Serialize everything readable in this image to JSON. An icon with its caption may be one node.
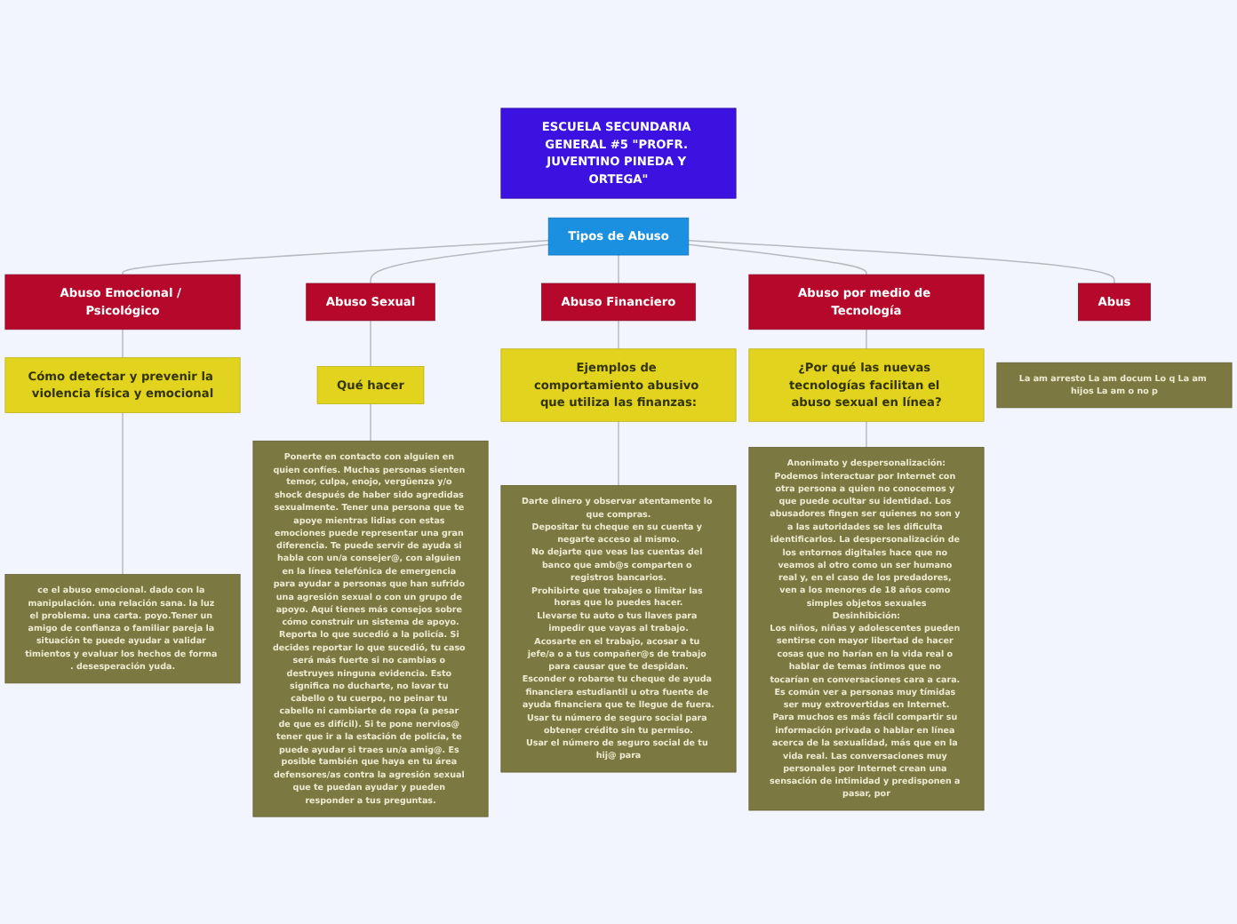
{
  "diagram": {
    "nodes": [
      {
        "text": [
          "ESCUELA SECUNDARIA GENERAL #5 \"PROFR. JUVENTINO PINEDA Y ORTEGA\""
        ]
      },
      {
        "text": [
          "Tipos de Abuso"
        ]
      },
      {
        "text": [
          "Abuso Emocional / Psicológico"
        ]
      },
      {
        "text": [
          "Cómo detectar y prevenir la violencia física y emocional"
        ]
      },
      {
        "text": [
          "ce el abuso emocional. dado con la manipulación. una relación sana. la luz el problema. una carta. poyo.Tener un amigo de confianza o familiar pareja la situación te puede ayudar a validar timientos y evaluar los hechos de forma . desesperación yuda."
        ]
      },
      {
        "text": [
          "Abuso Sexual"
        ]
      },
      {
        "text": [
          "Qué hacer"
        ]
      },
      {
        "text": [
          "**Ponerte en contacto con alguien en quien confíes.** Muchas personas sienten temor, culpa, enojo, vergüenza y/o shock después de haber sido agredidas sexualmente. Tener una persona que te apoye mientras lidias con estas emociones puede representar una gran diferencia. Te puede servir de ayuda si habla con un/a consejer@, con alguien en la línea telefónica de emergencia para ayudar a personas que han sufrido una agresión sexual o con un grupo de apoyo. Aquí tienes más consejos sobre cómo construir un sistema de apoyo.",
          "**Reporta lo que sucedió a la policía.** Si decides reportar lo que sucedió, tu caso será más fuerte si no cambias o destruyes ninguna evidencia. Esto significa no ducharte, no lavar tu cabello o tu cuerpo, no peinar tu cabello ni cambiarte de ropa (a pesar de que es difícil). Si te pone nervios@ tener que ir a la estación de policía, te puede ayudar si traes un/a amig@. Es posible también que haya en tu área defensores/as contra la agresión sexual que te puedan ayudar y pueden responder a tus preguntas."
        ]
      },
      {
        "text": [
          "Abuso Financiero"
        ]
      },
      {
        "text": [
          "Ejemplos de comportamiento abusivo que utiliza las finanzas:"
        ]
      },
      {
        "text": [
          "Darte dinero y observar atentamente lo que compras.",
          "Depositar tu cheque en su cuenta y negarte acceso al mismo.",
          "No dejarte que veas las cuentas del banco que amb@s comparten o registros bancarios.",
          "Prohibirte que trabajes o limitar las horas que lo puedes hacer.",
          "Llevarse tu auto o tus llaves para impedir que vayas al trabajo.",
          "Acosarte en el trabajo, acosar a tu jefe/a o a tus compañer@s de trabajo para causar que te despidan.",
          "Esconder o robarse tu cheque de ayuda financiera estudiantil u otra fuente de ayuda financiera que te llegue de fuera.",
          "Usar tu número de seguro social para obtener crédito sin tu permiso.",
          "Usar el número de seguro social de tu hij@ para"
        ]
      },
      {
        "text": [
          "Abuso por medio de Tecnología"
        ]
      },
      {
        "text": [
          "¿Por qué las nuevas tecnologías facilitan el abuso sexual en línea?"
        ]
      },
      {
        "text": [
          "Anonimato y despersonalización:",
          "Podemos interactuar por Internet con otra persona a quien no conocemos y que puede ocultar su identidad. Los abusadores fingen ser quienes no son y a las autoridades se les dificulta identificarlos. La despersonalización de los entornos digitales hace que no veamos al otro como un ser humano real y, en el caso de los predadores, ven a los menores de 18 años como simples objetos sexuales",
          "Desinhibición:",
          "Los niños, niñas y adolescentes pueden sentirse con mayor libertad de hacer cosas que no harían en la vida real o hablar de temas íntimos que no tocarían en conversaciones cara a cara. Es común ver a personas muy tímidas ser muy extrovertidas en Internet.",
          "Para muchos es más fácil compartir su información privada o hablar en línea acerca de la sexualidad, más que en la vida real. Las conversaciones muy personales por Internet crean una sensación de intimidad y predisponen a pasar, por"
        ]
      },
      {
        "text": [
          "Abus"
        ]
      },
      {
        "text": [
          "La am arresto La am docum Lo q La am hijos La am o no p"
        ]
      }
    ],
    "edges": [
      {
        "from": 1,
        "to": 2,
        "arrow": "none"
      },
      {
        "from": 2,
        "to": 3,
        "arrow": "none"
      },
      {
        "from": 3,
        "to": 4,
        "arrow": "none"
      },
      {
        "from": 1,
        "to": 5,
        "arrow": "none"
      },
      {
        "from": 5,
        "to": 6,
        "arrow": "none"
      },
      {
        "from": 6,
        "to": 7,
        "arrow": "none"
      },
      {
        "from": 1,
        "to": 8,
        "arrow": "none"
      },
      {
        "from": 8,
        "to": 9,
        "arrow": "none"
      },
      {
        "from": 9,
        "to": 10,
        "arrow": "none"
      },
      {
        "from": 1,
        "to": 11,
        "arrow": "none"
      },
      {
        "from": 11,
        "to": 12,
        "arrow": "none"
      },
      {
        "from": 12,
        "to": 13,
        "arrow": "none"
      },
      {
        "from": 1,
        "to": 14,
        "arrow": "none"
      }
    ]
  }
}
